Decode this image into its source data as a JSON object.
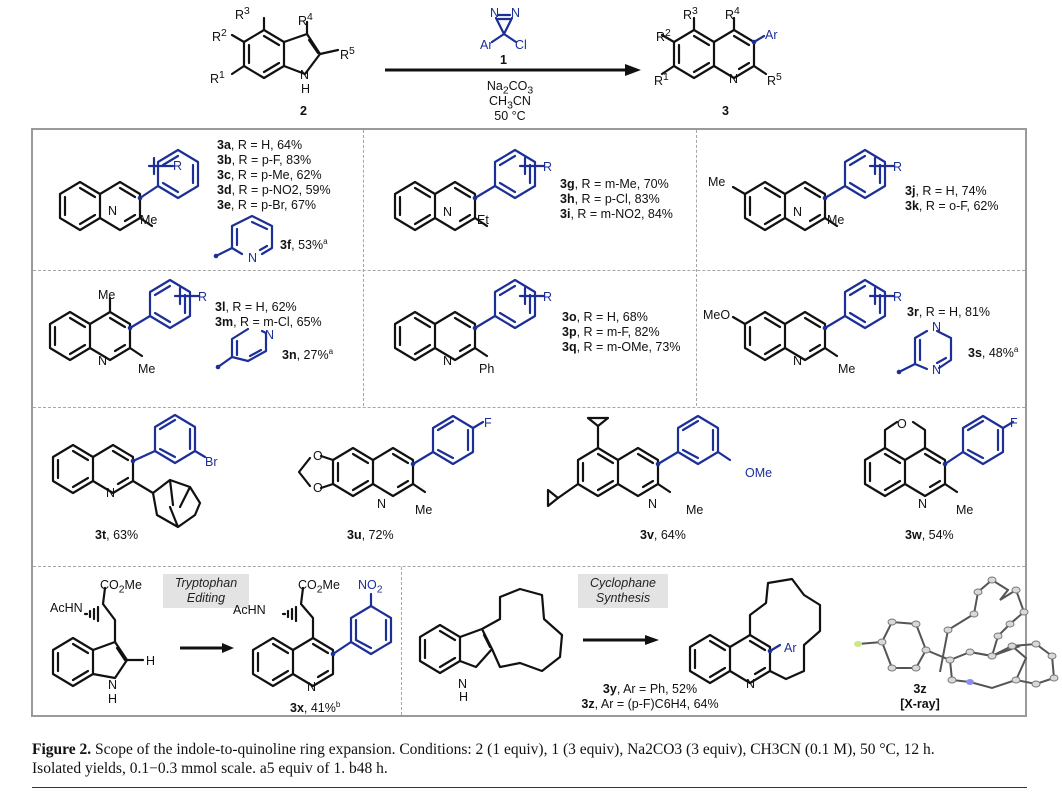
{
  "scheme": {
    "reactant_label": "2",
    "product_label": "3",
    "reagent_label": "1",
    "reagent_atoms": {
      "ar": "Ar",
      "cl": "Cl",
      "n1": "N",
      "n2": "N"
    },
    "conditions": [
      "Na2CO3",
      "CH3CN",
      "50 °C"
    ],
    "substituents": {
      "r1": "R1",
      "r2": "R2",
      "r3": "R3",
      "r4": "R4",
      "r5": "R5",
      "ar": "Ar",
      "nh_n": "N",
      "nh_h": "H",
      "n": "N"
    }
  },
  "panels": [
    {
      "id": "a-f",
      "core_substituent": "Me",
      "r_label": "R",
      "entries": [
        {
          "compound": "3a",
          "text": "R = H, 64%"
        },
        {
          "compound": "3b",
          "text": "R = p-F, 83%"
        },
        {
          "compound": "3c",
          "text": "R = p-Me, 62%"
        },
        {
          "compound": "3d",
          "text": "R = p-NO2, 59%"
        },
        {
          "compound": "3e",
          "text": "R = p-Br, 67%"
        }
      ],
      "extra": {
        "compound": "3f",
        "yield": "53%",
        "note": "a"
      }
    },
    {
      "id": "g-i",
      "core_substituent": "Et",
      "r_label": "R",
      "entries": [
        {
          "compound": "3g",
          "text": "R = m-Me, 70%"
        },
        {
          "compound": "3h",
          "text": "R = p-Cl, 83%"
        },
        {
          "compound": "3i",
          "text": "R = m-NO2, 84%"
        }
      ]
    },
    {
      "id": "j-k",
      "core_substituent": "Me",
      "ring_substituent": "Me",
      "r_label": "R",
      "entries": [
        {
          "compound": "3j",
          "text": "R = H, 74%"
        },
        {
          "compound": "3k",
          "text": "R = o-F, 62%"
        }
      ]
    },
    {
      "id": "l-n",
      "core_substituent": "Me",
      "c4_substituent": "Me",
      "r_label": "R",
      "entries": [
        {
          "compound": "3l",
          "text": "R = H, 62%"
        },
        {
          "compound": "3m",
          "text": "R = m-Cl, 65%"
        }
      ],
      "extra": {
        "compound": "3n",
        "yield": "27%",
        "note": "a"
      }
    },
    {
      "id": "o-q",
      "core_substituent": "Ph",
      "r_label": "R",
      "entries": [
        {
          "compound": "3o",
          "text": "R = H, 68%"
        },
        {
          "compound": "3p",
          "text": "R = m-F, 82%"
        },
        {
          "compound": "3q",
          "text": "R = m-OMe, 73%"
        }
      ]
    },
    {
      "id": "r-s",
      "core_substituent": "Me",
      "ring_substituent": "MeO",
      "r_label": "R",
      "entries": [
        {
          "compound": "3r",
          "text": "R = H, 81%"
        }
      ],
      "extra": {
        "compound": "3s",
        "yield": "48%",
        "note": "a"
      }
    }
  ],
  "singles": [
    {
      "compound": "3t",
      "yield": "63%",
      "aryl_sub": "Br"
    },
    {
      "compound": "3u",
      "yield": "72%",
      "aryl_sub": "F",
      "core_substituent": "Me"
    },
    {
      "compound": "3v",
      "yield": "64%",
      "aryl_sub": "OMe",
      "core_substituent": "Me"
    },
    {
      "compound": "3w",
      "yield": "54%",
      "aryl_sub": "F",
      "core_substituent": "Me"
    }
  ],
  "tryptophan": {
    "tag_line1": "Tryptophan",
    "tag_line2": "Editing",
    "sm_ester": "CO2Me",
    "sm_amide": "AcHN",
    "sm_h": "H",
    "product": {
      "compound": "3x",
      "yield": "41%",
      "note": "b",
      "aryl_sub": "NO2"
    }
  },
  "cyclophane": {
    "tag_line1": "Cyclophane",
    "tag_line2": "Synthesis",
    "entries": [
      {
        "compound": "3y",
        "text": "Ar = Ph, 52%"
      },
      {
        "compound": "3z",
        "text": "Ar = (p-F)C6H4, 64%"
      }
    ],
    "xray": {
      "compound": "3z",
      "label": "[X-ray]"
    }
  },
  "atoms": {
    "N": "N",
    "O": "O",
    "H": "H",
    "Me": "Me",
    "Ar": "Ar"
  },
  "caption": {
    "figure": "Figure 2.",
    "line1": "Scope of the indole-to-quinoline ring expansion. Conditions: 2 (1 equiv), 1 (3 equiv), Na2CO3 (3 equiv), CH3CN (0.1 M), 50 °C, 12 h.",
    "line2": "Isolated yields, 0.1−0.3 mmol scale. a5 equiv of 1. b48 h."
  },
  "colors": {
    "aryl": "#1c2f97",
    "frame": "#9a9a9a",
    "tag_bg": "#e3e3e3"
  }
}
